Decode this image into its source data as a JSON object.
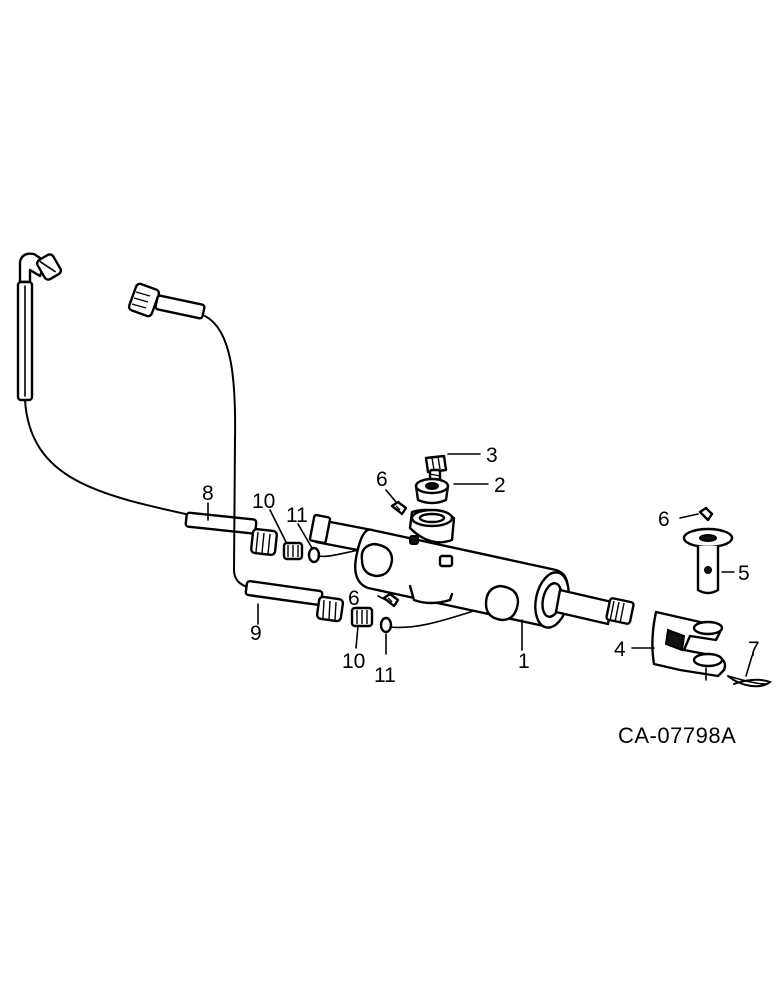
{
  "diagram": {
    "figure_code": "CA-07798A",
    "callouts": {
      "c1": "1",
      "c2": "2",
      "c3": "3",
      "c4": "4",
      "c5": "5",
      "c6a": "6",
      "c6b": "6",
      "c6c": "6",
      "c7": "7",
      "c8": "8",
      "c9": "9",
      "c10a": "10",
      "c10b": "10",
      "c11a": "11",
      "c11b": "11"
    }
  }
}
